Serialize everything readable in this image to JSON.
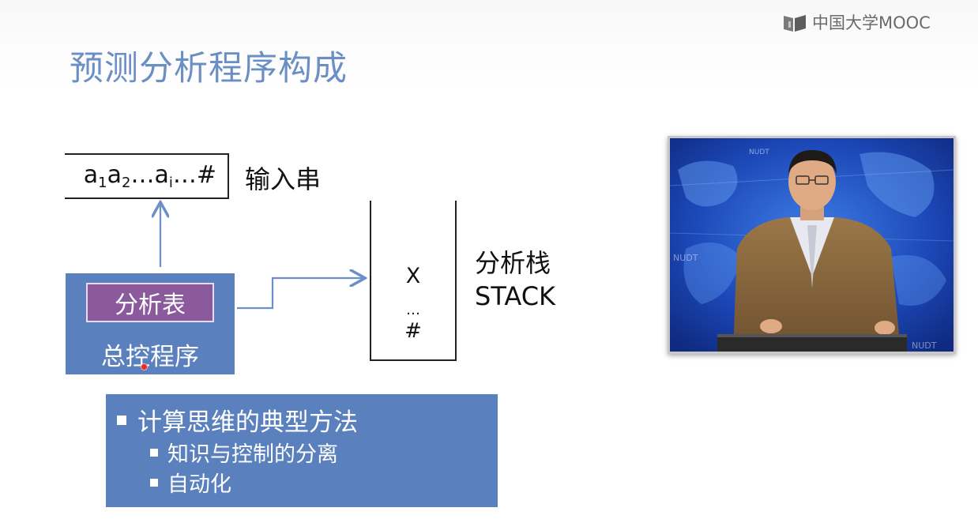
{
  "logo": {
    "text": "中国大学MOOC",
    "icon": "mooc-book-icon"
  },
  "slide": {
    "title": "预测分析程序构成"
  },
  "diagram": {
    "input_string": {
      "a": "a",
      "s1": "1",
      "s2": "2",
      "si": "i",
      "dots": "…",
      "end": "#"
    },
    "input_label": "输入串",
    "analysis_table_label": "分析表",
    "control_program_label": "总控程序",
    "stack": {
      "top": "X",
      "middle": "…",
      "bottom": "#"
    },
    "stack_label_line1": "分析栈",
    "stack_label_line2": "STACK"
  },
  "bullets": {
    "main": "计算思维的典型方法",
    "sub": [
      "知识与控制的分离",
      "自动化"
    ]
  },
  "video": {
    "watermark": "NUDT"
  },
  "colors": {
    "title": "#6b8fc4",
    "block_blue": "#5a80bd",
    "table_purple": "#8a5a9c",
    "arrow": "#6d8fc9"
  }
}
